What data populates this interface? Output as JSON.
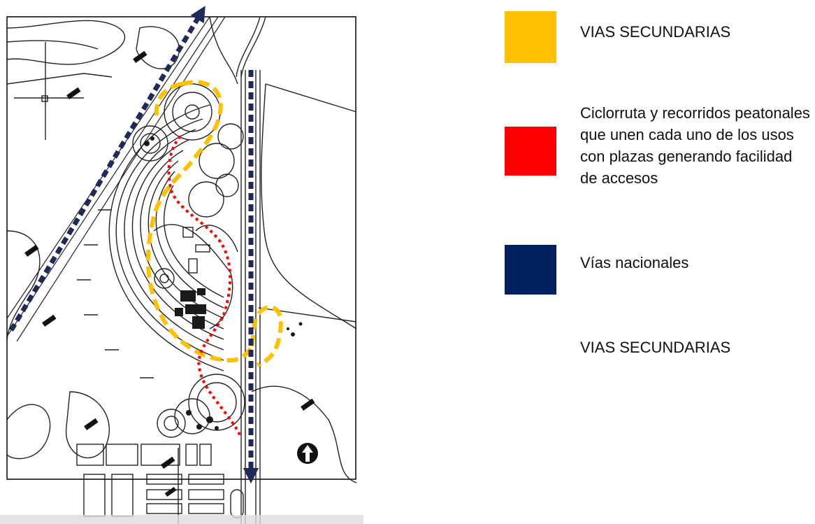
{
  "legend": {
    "items": [
      {
        "label": "VIAS SECUNDARIAS",
        "color": "#FFC000"
      },
      {
        "label": "Ciclorruta y recorridos peatonales que unen cada uno de los usos con plazas generando facilidad de accesos",
        "color": "#FF0000"
      },
      {
        "label": "Vías nacionales",
        "color": "#002060"
      },
      {
        "label": "VIAS SECUNDARIAS",
        "color": ""
      }
    ]
  },
  "map": {
    "north_arrow_icon": "north-arrow",
    "drawing_type": "site-plan-line-drawing",
    "routes": [
      {
        "type": "secondary-road",
        "color": "#FFC000",
        "style": "dashed"
      },
      {
        "type": "bike-and-pedestrian-path",
        "color": "#FF0000",
        "style": "dotted"
      },
      {
        "type": "national-road",
        "color": "#002060",
        "style": "dashed-arrow"
      }
    ]
  }
}
